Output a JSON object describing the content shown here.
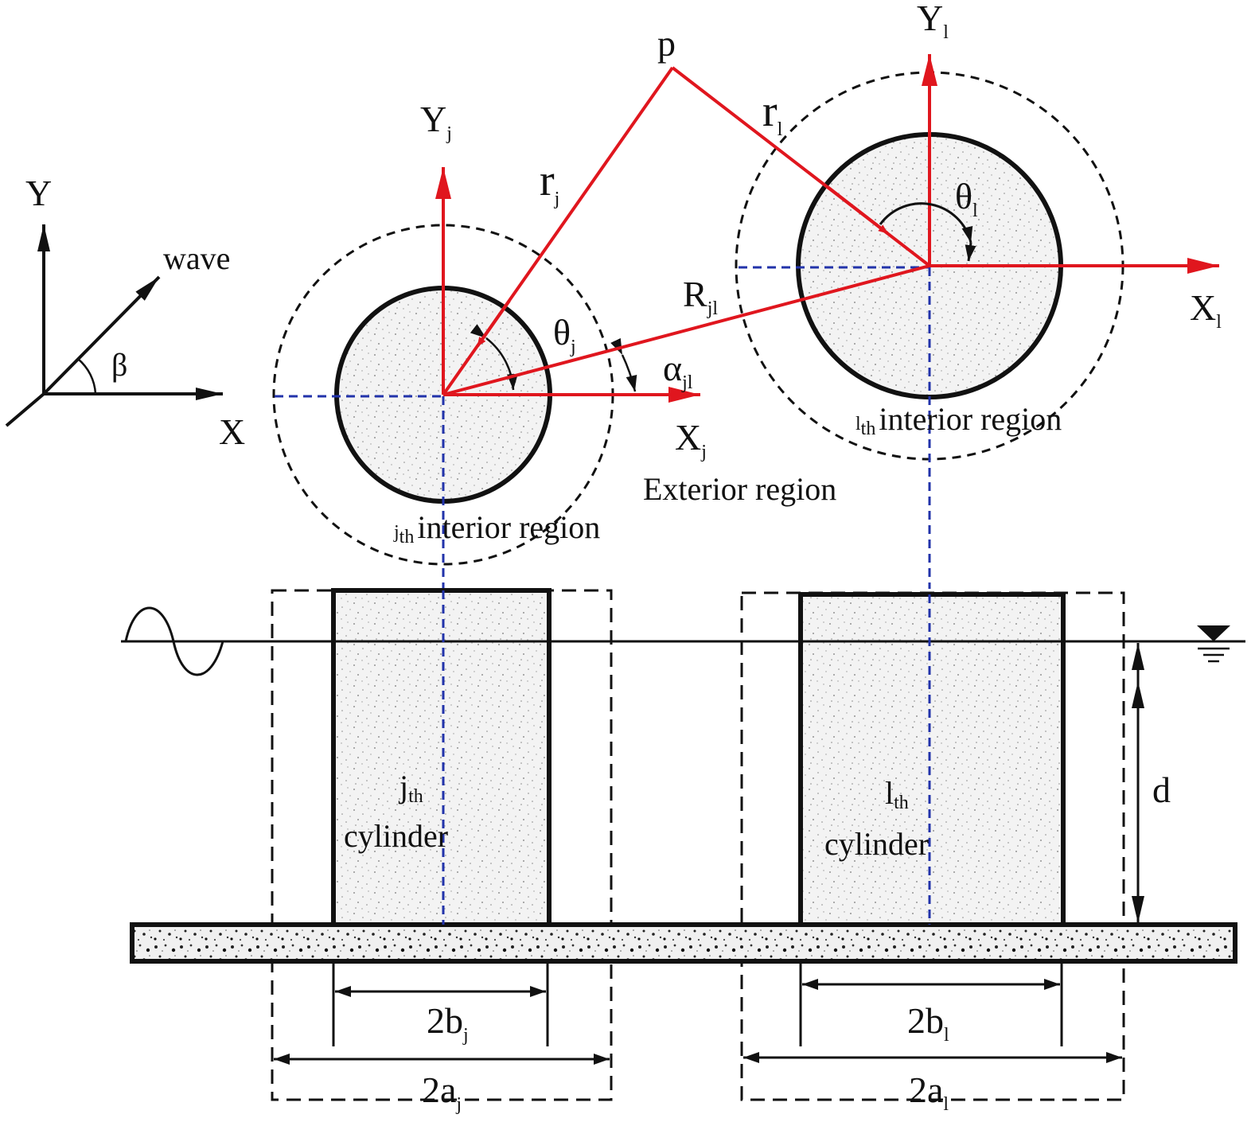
{
  "colors": {
    "ink": "#111111",
    "red": "#e0161e",
    "blue": "#2233aa",
    "fill": "#f3f3f3"
  },
  "global_axes": {
    "y_label": "Y",
    "x_label": "X",
    "wave_label": "wave",
    "angle_label": "β"
  },
  "cylinder_j": {
    "y_axis_main": "Y",
    "y_axis_sub": "j",
    "x_axis_main": "X",
    "x_axis_sub": "j",
    "r_main": "r",
    "r_sub": "j",
    "theta_main": "θ",
    "theta_sub": "j",
    "alpha_main": "α",
    "alpha_sub": "jl",
    "region_sub": "j",
    "region_sup": "th",
    "region_text": "interior region",
    "cyl_main": "j",
    "cyl_sup": "th",
    "cyl_text": "cylinder",
    "dim_b_main": "2b",
    "dim_b_sub": "j",
    "dim_a_main": "2a",
    "dim_a_sub": "j"
  },
  "cylinder_l": {
    "y_axis_main": "Y",
    "y_axis_sub": "l",
    "x_axis_main": "X",
    "x_axis_sub": "l",
    "r_main": "r",
    "r_sub": "l",
    "theta_main": "θ",
    "theta_sub": "l",
    "region_sub": "l",
    "region_sup": "th",
    "region_text": "interior region",
    "cyl_main": "l",
    "cyl_sup": "th",
    "cyl_text": "cylinder",
    "dim_b_main": "2b",
    "dim_b_sub": "l",
    "dim_a_main": "2a",
    "dim_a_sub": "l"
  },
  "point_label": "p",
  "distance_main": "R",
  "distance_sub": "jl",
  "exterior_label": "Exterior region",
  "depth_label": "d"
}
